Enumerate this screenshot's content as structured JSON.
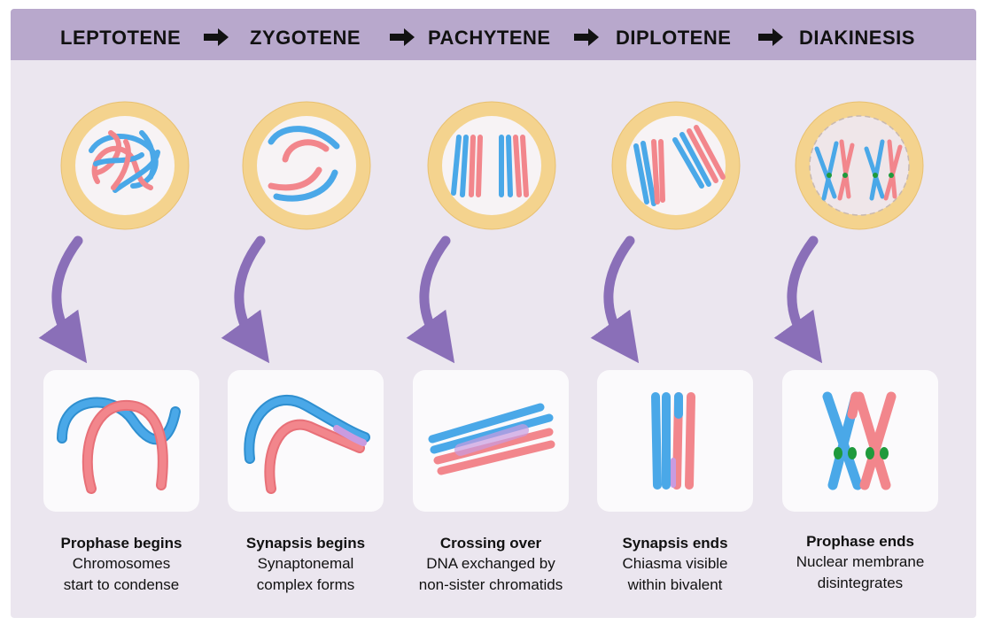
{
  "stages": [
    {
      "name": "LEPTOTENE",
      "title": "Prophase begins",
      "desc1": "Chromosomes",
      "desc2": "start to condense"
    },
    {
      "name": "ZYGOTENE",
      "title": "Synapsis begins",
      "desc1": "Synaptonemal",
      "desc2": "complex forms"
    },
    {
      "name": "PACHYTENE",
      "title": "Crossing over",
      "desc1": "DNA exchanged by",
      "desc2": "non-sister chromatids"
    },
    {
      "name": "DIPLOTENE",
      "title": "Synapsis ends",
      "desc1": "Chiasma visible",
      "desc2": "within bivalent"
    },
    {
      "name": "DIAKINESIS",
      "title": "Prophase ends",
      "desc1": "Nuclear membrane",
      "desc2": "disintegrates"
    }
  ],
  "colors": {
    "header": "#b8a8cc",
    "background": "#ebe6ef",
    "cell_ring": "#f4d38e",
    "cell_interior": "#f7f3f5",
    "paternal_chromosome": "#4aa8e8",
    "maternal_chromosome": "#f2868c",
    "synapsis_overlap": "#c99be0",
    "chiasma": "#1f9a3c",
    "arrow": "#8a6fb8"
  }
}
